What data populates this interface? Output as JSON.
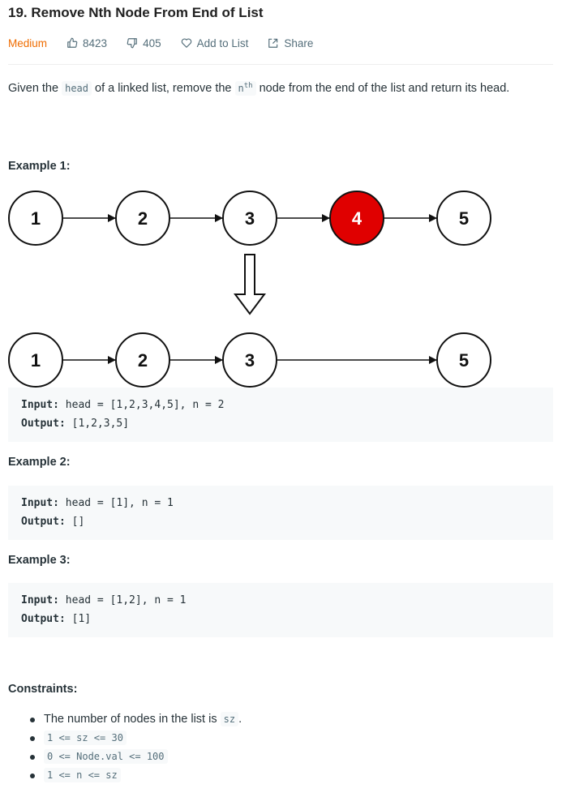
{
  "problem": {
    "title": "19. Remove Nth Node From End of List",
    "difficulty": "Medium",
    "likes": "8423",
    "dislikes": "405",
    "add_to_list": "Add to List",
    "share": "Share"
  },
  "description": {
    "part1": "Given the ",
    "code_head": "head",
    "part2": " of a linked list, remove the ",
    "code_n": "n",
    "sup": "th",
    "part3": " node from the end of the list and return its head."
  },
  "examples": [
    {
      "heading": "Example 1:",
      "input_label": "Input:",
      "input": " head = [1,2,3,4,5], n = 2",
      "output_label": "Output:",
      "output": " [1,2,3,5]"
    },
    {
      "heading": "Example 2:",
      "input_label": "Input:",
      "input": " head = [1], n = 1",
      "output_label": "Output:",
      "output": " []"
    },
    {
      "heading": "Example 3:",
      "input_label": "Input:",
      "input": " head = [1,2], n = 1",
      "output_label": "Output:",
      "output": " [1]"
    }
  ],
  "diagram": {
    "top_nodes": [
      "1",
      "2",
      "3",
      "4",
      "5"
    ],
    "bottom_nodes": [
      "1",
      "2",
      "3",
      "5"
    ],
    "removed_color": "#e00000"
  },
  "constraints": {
    "heading": "Constraints:",
    "item1_text": "The number of nodes in the list is ",
    "item1_code": "sz",
    "item1_end": ".",
    "item2": "1 <= sz <= 30",
    "item3": "0 <= Node.val <= 100",
    "item4": "1 <= n <= sz"
  },
  "colors": {
    "difficulty": "#ef6c00",
    "meta": "#546e7a"
  }
}
